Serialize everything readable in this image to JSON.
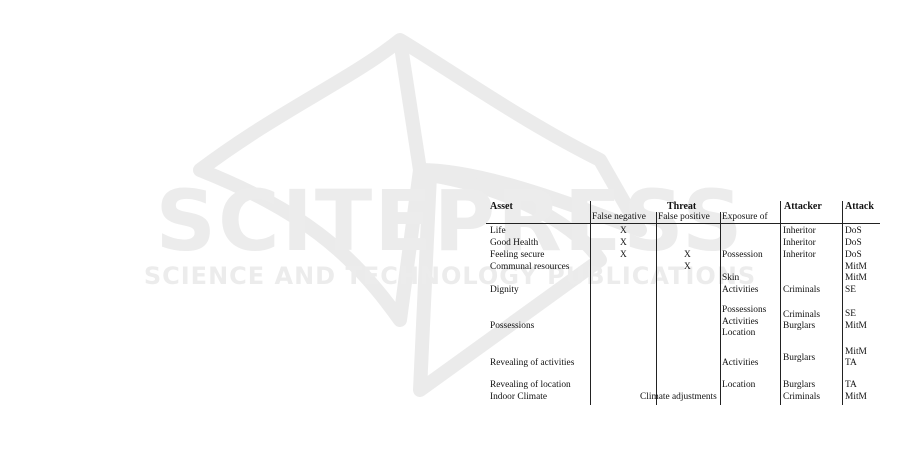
{
  "watermark": {
    "line1": "SCITEPRESS",
    "line2": "SCIENCE AND TECHNOLOGY PUBLICATIONS"
  },
  "table": {
    "headers": {
      "asset": "Asset",
      "threat": "Threat",
      "attacker": "Attacker",
      "attack": "Attack",
      "false_negative": "False negative",
      "false_positive": "False positive",
      "exposure_of": "Exposure of"
    },
    "cells": {
      "r1_asset": "Life",
      "r1_fn": "X",
      "r1_attacker": "Inheritor",
      "r1_attack": "DoS",
      "r2_asset": "Good Health",
      "r2_fn": "X",
      "r2_attacker": "Inheritor",
      "r2_attack": "DoS",
      "r3_asset": "Feeling secure",
      "r3_fn": "X",
      "r3_fp": "X",
      "r3_exposure": "Possession",
      "r3_attacker": "Inheritor",
      "r3_attack": "DoS",
      "r4_asset": "Communal resources",
      "r4_fp": "X",
      "r4_attack": "MitM",
      "r5_exposure_a": "Skin",
      "r5_attack": "MitM",
      "r5_asset": "Dignity",
      "r5_exposure_b": "Activities",
      "r5_attacker": "Criminals",
      "r5_attack_b": "SE",
      "r6_exposure_a": "Possessions",
      "r6_exposure_b": "Activities",
      "r6_exposure_c": "Location",
      "r6_asset": "Possessions",
      "r6_attacker_a": "Criminals",
      "r6_attacker_b": "Burglars",
      "r6_attack_a": "SE",
      "r6_attack_b": "MitM",
      "r7_attack_a": "MitM",
      "r7_attack_b": "TA",
      "r7_asset": "Revealing of activities",
      "r7_exposure": "Activities",
      "r7_attacker": "Burglars",
      "r8_asset": "Revealing of location",
      "r8_exposure": "Location",
      "r8_attacker": "Burglars",
      "r8_attack": "TA",
      "r9_asset": "Indoor Climate",
      "r9_threat": "Climate adjustments",
      "r9_attacker": "Criminals",
      "r9_attack": "MitM"
    }
  }
}
